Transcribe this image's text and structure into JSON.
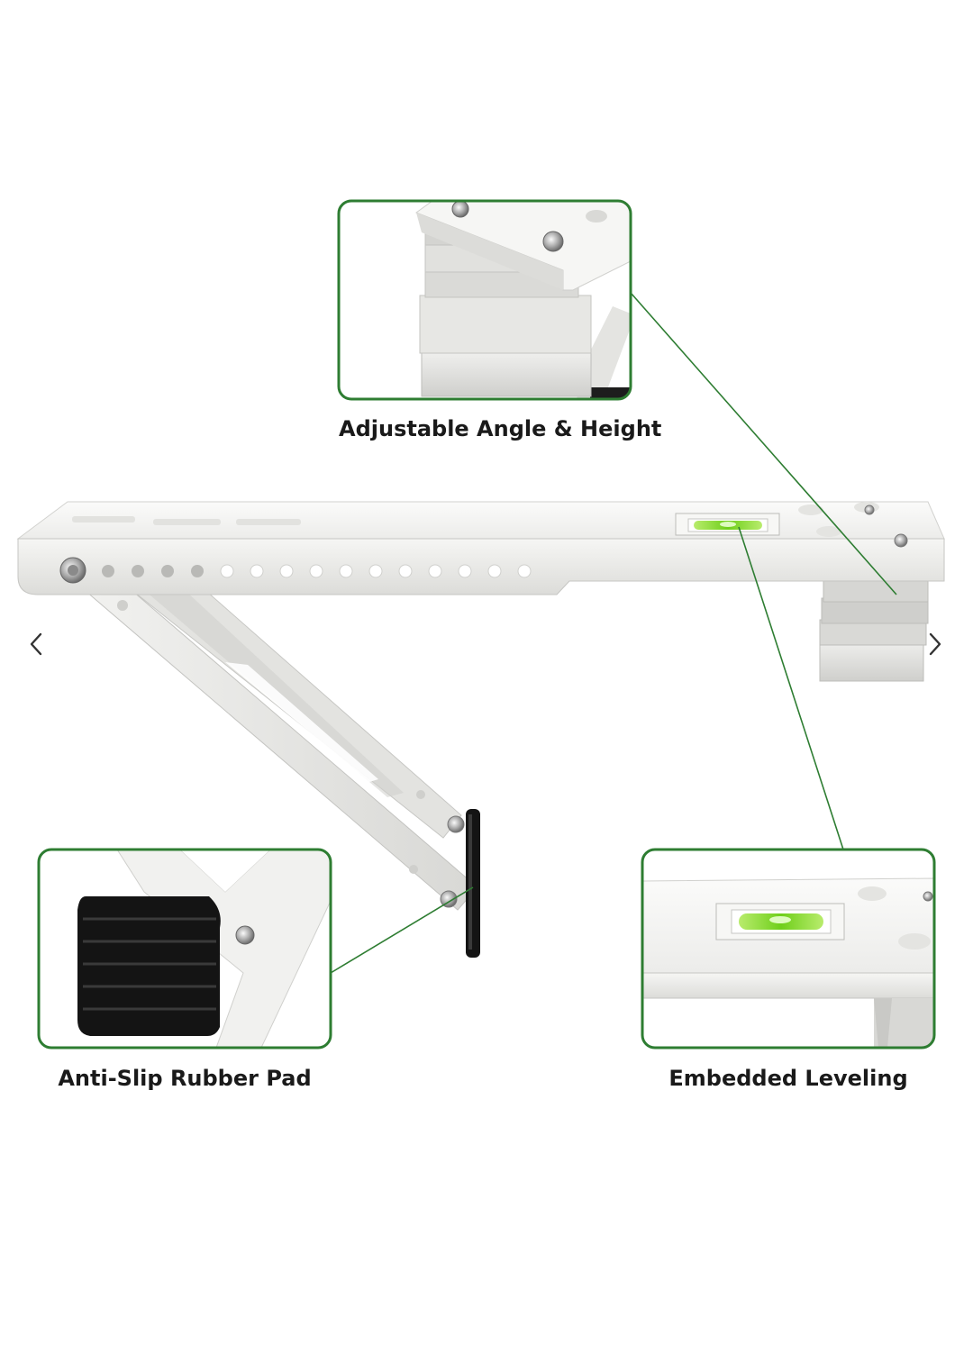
{
  "callouts": {
    "angle_height": {
      "label": "Adjustable Angle & Height"
    },
    "rubber_pad": {
      "label": "Anti-Slip Rubber Pad"
    },
    "leveling": {
      "label": "Embedded Leveling"
    }
  },
  "carousel": {
    "prev_icon": "chevron-left-icon",
    "next_icon": "chevron-right-icon"
  },
  "colors": {
    "callout_border": "#2e7d32",
    "leader_line": "#2e7d32",
    "bracket": "#f3f3f1",
    "bracket_edge": "#c9c9c6",
    "rubber": "#141414",
    "bubble": "#7ed321"
  }
}
